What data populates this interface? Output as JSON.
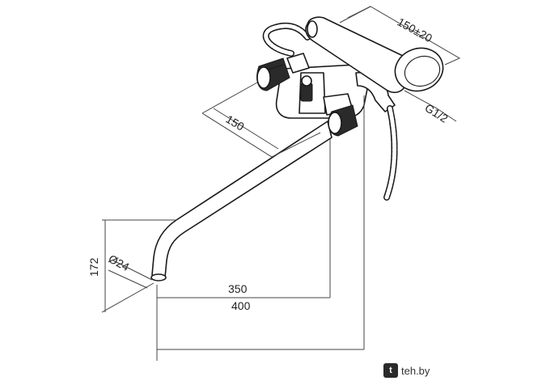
{
  "diagram": {
    "dimensions": {
      "handshower_length": "150±20",
      "thread": "G1/2",
      "spout_offset": "150",
      "spout_diameter": "Ø24",
      "height": "172",
      "spout_reach_inner": "350",
      "spout_reach_outer": "400"
    },
    "colors": {
      "line": "#1a1a1a",
      "background": "#ffffff"
    }
  },
  "watermark": {
    "text": "teh.by",
    "icon": "t-logo-icon"
  }
}
